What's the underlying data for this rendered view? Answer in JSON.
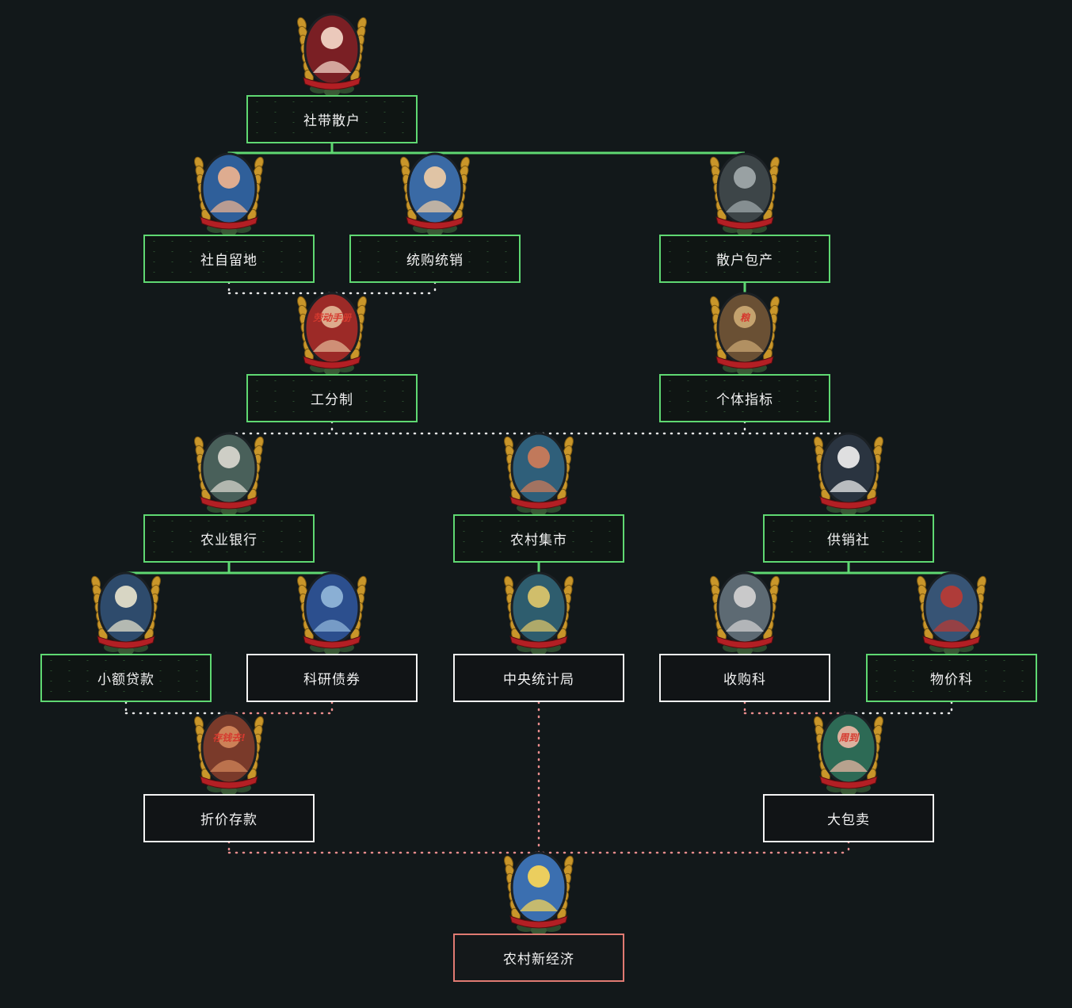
{
  "colors": {
    "background": "#12181a",
    "line_solid": "#5fd872",
    "line_dotted_white": "#e6e6e6",
    "line_dotted_pink": "#e98c8c",
    "border_available": "#5fd872",
    "border_completed": "#f4f4f4",
    "border_final": "#e07a72",
    "wreath_gold": "#c9962a",
    "ribbon_red": "#b31f24"
  },
  "focus_tree": {
    "nodes": [
      {
        "id": "shedai",
        "name": "社带散户",
        "state": "available",
        "icon": "anime-girl-portrait-icon"
      },
      {
        "id": "ziliudi",
        "name": "社自留地",
        "state": "available",
        "icon": "farmer-poster-icon"
      },
      {
        "id": "tonggou",
        "name": "统购统销",
        "state": "available",
        "icon": "woman-with-hat-poster-icon"
      },
      {
        "id": "sanhu",
        "name": "散户包产",
        "state": "available",
        "icon": "old-farmer-portrait-icon"
      },
      {
        "id": "gongfen",
        "name": "工分制",
        "state": "available",
        "icon": "labor-handbook-icon"
      },
      {
        "id": "geti",
        "name": "个体指标",
        "state": "available",
        "icon": "grain-sack-chart-icon"
      },
      {
        "id": "nongye_bank",
        "name": "农业银行",
        "state": "available",
        "icon": "bank-building-icon"
      },
      {
        "id": "jishi",
        "name": "农村集市",
        "state": "available",
        "icon": "market-crowd-icon"
      },
      {
        "id": "gongxiao",
        "name": "供销社",
        "state": "available",
        "icon": "dove-woman-portrait-icon"
      },
      {
        "id": "xiaoe",
        "name": "小额贷款",
        "state": "available",
        "icon": "cash-man-icon"
      },
      {
        "id": "keyan",
        "name": "科研债券",
        "state": "completed",
        "icon": "research-cubes-icon"
      },
      {
        "id": "tongji",
        "name": "中央统计局",
        "state": "completed",
        "icon": "pie-chart-icon"
      },
      {
        "id": "shougou",
        "name": "收购科",
        "state": "completed",
        "icon": "officials-group-icon"
      },
      {
        "id": "wujia",
        "name": "物价科",
        "state": "available",
        "icon": "red-telephone-icon"
      },
      {
        "id": "zhejia",
        "name": "折价存款",
        "state": "completed",
        "icon": "savings-poster-icon"
      },
      {
        "id": "dabaomai",
        "name": "大包卖",
        "state": "completed",
        "icon": "vendor-woman-icon"
      },
      {
        "id": "xinjingji",
        "name": "农村新经济",
        "state": "final",
        "icon": "flower-girl-icon"
      }
    ],
    "emblem_texts": {
      "gongfen": "劳动手册",
      "geti": "粮",
      "zhejia": "存钱去!",
      "dabaomai": "周到"
    }
  }
}
